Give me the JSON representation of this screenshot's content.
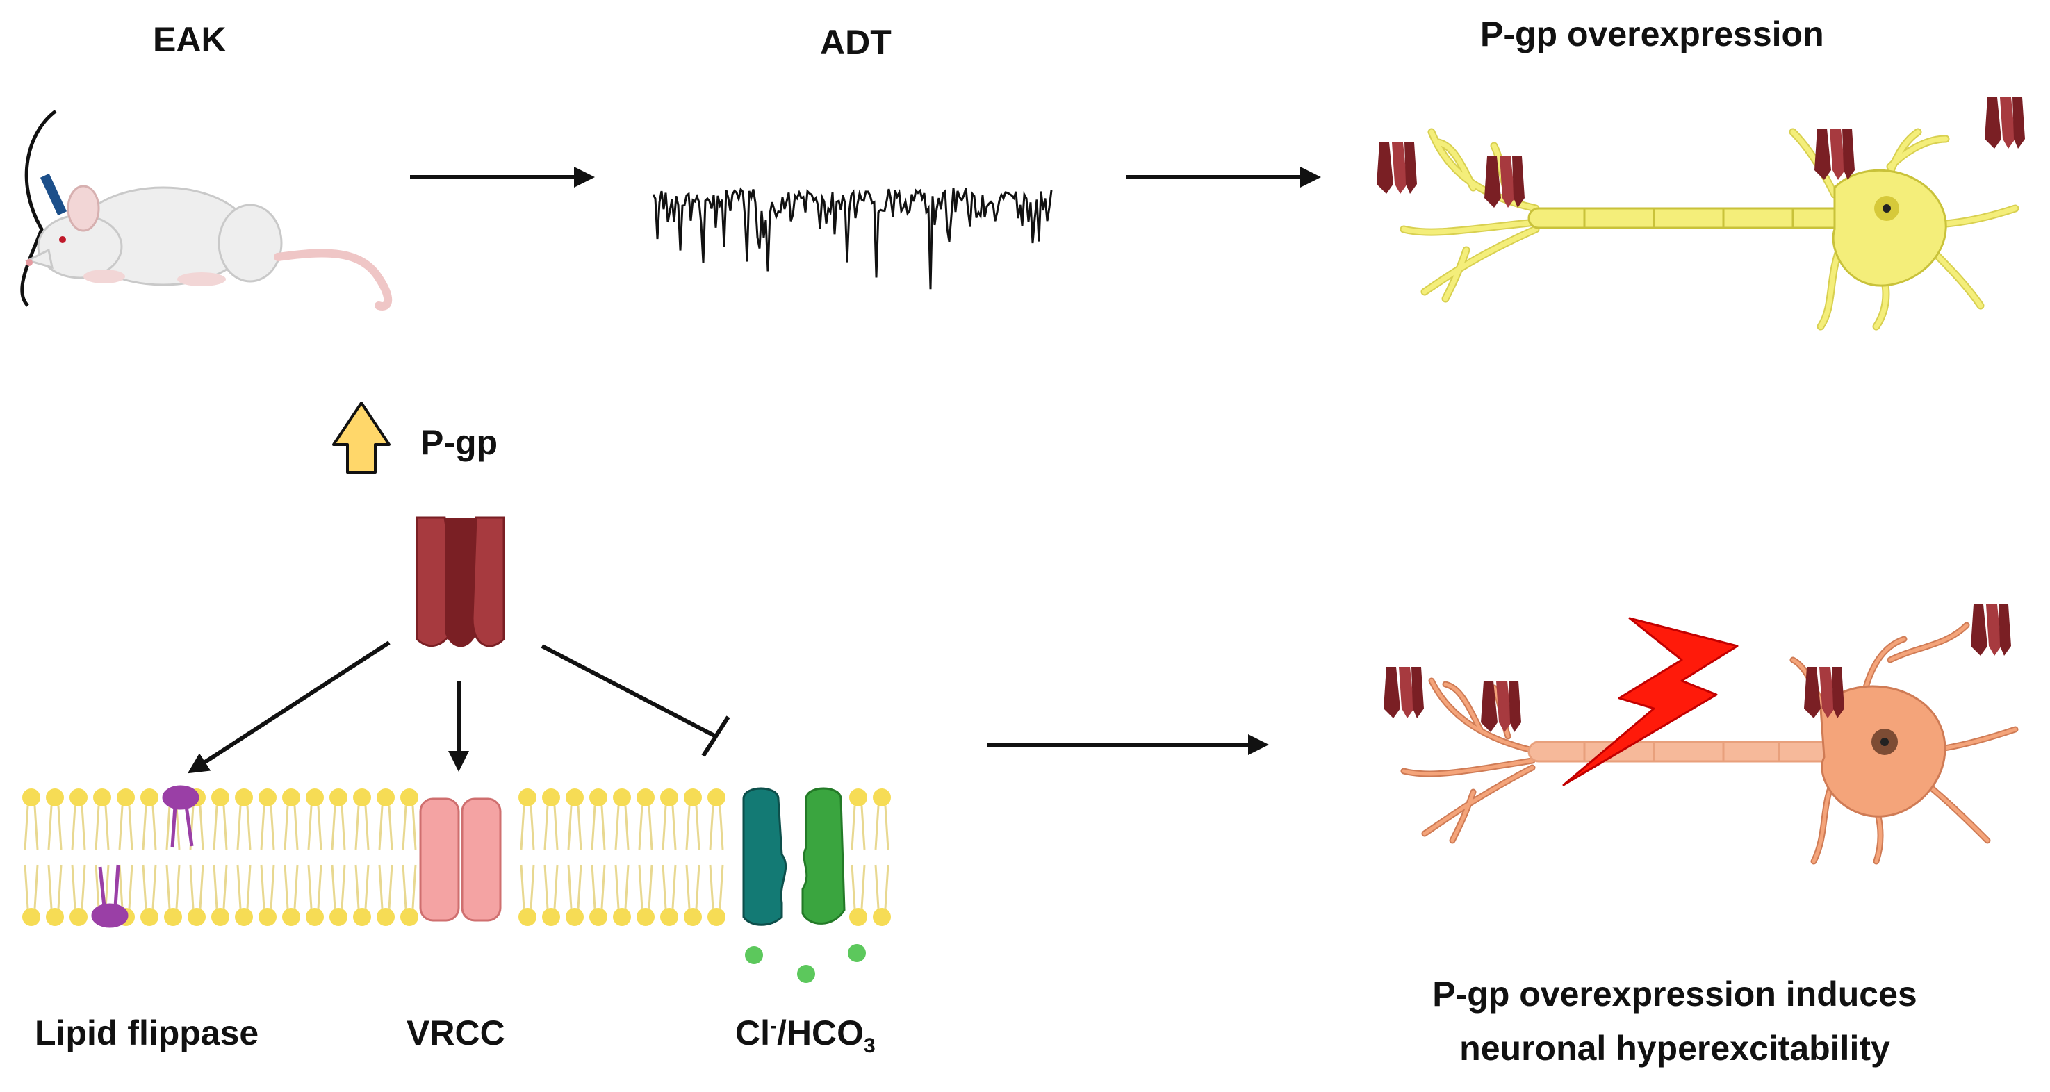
{
  "labels": {
    "eak": "EAK",
    "adt": "ADT",
    "pgp_over_top": "P-gp overexpression",
    "pgp": "P-gp",
    "lipid_flippase": "Lipid flippase",
    "vrcc": "VRCC",
    "cl_main": "Cl",
    "cl_sup": "-",
    "hco_main": "/HCO",
    "hco_sub": "3",
    "conclusion_line1": "P-gp overexpression induces",
    "conclusion_line2": "neuronal hyperexcitability"
  },
  "colors": {
    "text": "#111111",
    "arrow": "#111111",
    "pgp_dark": "#7a1f24",
    "pgp_mid": "#a73a3f",
    "neuron_yellow": "#f4ee7a",
    "neuron_yellow_stroke": "#c9c23a",
    "neuron_orange": "#f4a47a",
    "neuron_orange_stroke": "#cf7b55",
    "lightning": "#ff1a0a",
    "membrane_head": "#f6dc55",
    "membrane_tail": "#e8d890",
    "flippase": "#9a3fa6",
    "vrcc": "#f4a3a3",
    "exchanger_teal": "#137a74",
    "exchanger_green": "#3aa53f",
    "ion": "#5cc85c",
    "pgp_up_arrow": "#ffd76a"
  },
  "icons": [
    "mouse-icon",
    "electrode-icon",
    "eeg-trace-icon",
    "neuron-icon",
    "pgp-transporter-icon",
    "lightning-icon",
    "up-arrow-icon"
  ]
}
